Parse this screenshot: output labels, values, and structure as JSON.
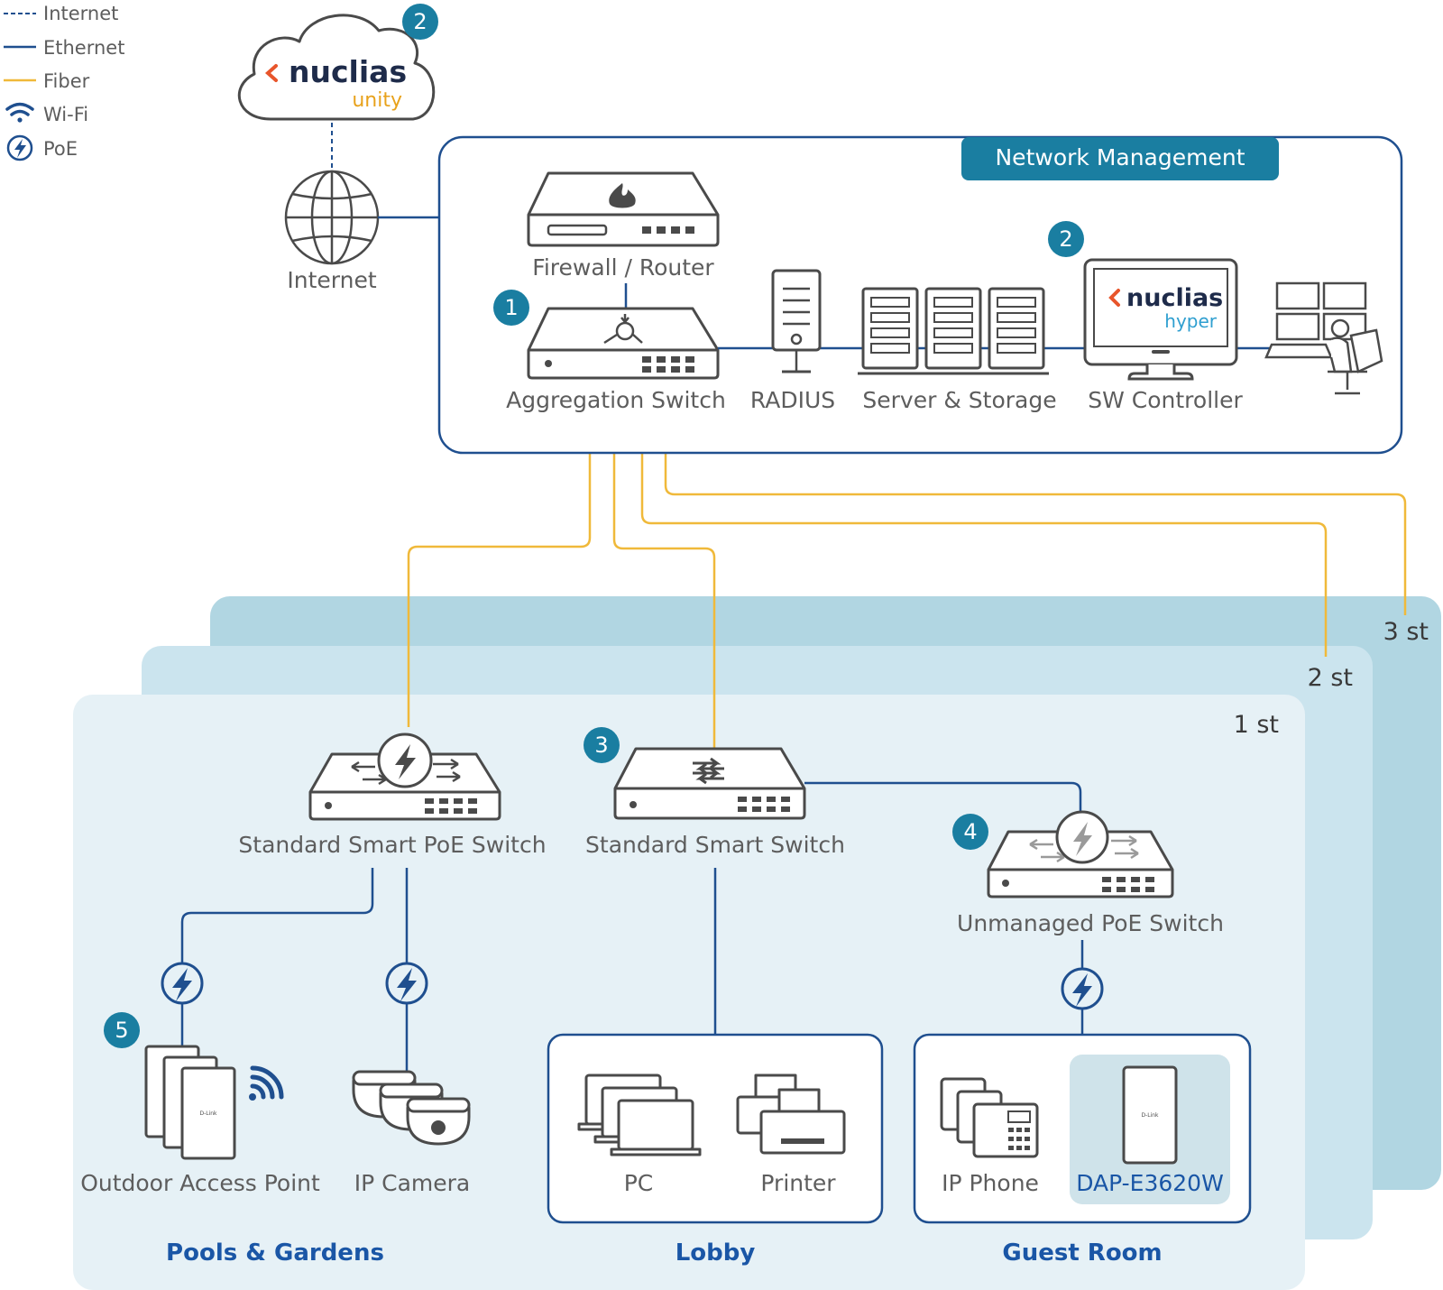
{
  "legend": {
    "internet": "Internet",
    "ethernet": "Ethernet",
    "fiber": "Fiber",
    "wifi": "Wi-Fi",
    "poe": "PoE"
  },
  "cloud": {
    "brand": "nuclias",
    "sub": "unity",
    "badge": "2"
  },
  "internet_label": "Internet",
  "management": {
    "title": "Network Management",
    "firewall": "Firewall / Router",
    "aggregation": "Aggregation Switch",
    "radius": "RADIUS",
    "server": "Server & Storage",
    "controller": "SW Controller",
    "hyper_brand": "nuclias",
    "hyper_sub": "hyper",
    "badge_agg": "1",
    "badge_ctrl": "2"
  },
  "floors": {
    "f1": "1 st",
    "f2": "2 st",
    "f3": "3 st"
  },
  "switches": {
    "poe": "Standard Smart PoE Switch",
    "smart": "Standard Smart Switch",
    "unmanaged": "Unmanaged PoE Switch",
    "badge_smart": "3",
    "badge_unmanaged": "4"
  },
  "devices": {
    "ap": "Outdoor Access Point",
    "camera": "IP Camera",
    "pc": "PC",
    "printer": "Printer",
    "phone": "IP Phone",
    "dap": "DAP-E3620W",
    "badge_ap": "5",
    "brand_mark": "D-Link"
  },
  "zones": {
    "pools": "Pools & Gardens",
    "lobby": "Lobby",
    "guest": "Guest Room"
  },
  "colors": {
    "badge": "#1a7ea1",
    "ethernet": "#1f4f8f",
    "fiber": "#f0b93a",
    "floor1": "#e6f1f6",
    "floor2": "#cbe4ee",
    "floor3": "#b1d6e2",
    "zone_text": "#1a56a6"
  }
}
